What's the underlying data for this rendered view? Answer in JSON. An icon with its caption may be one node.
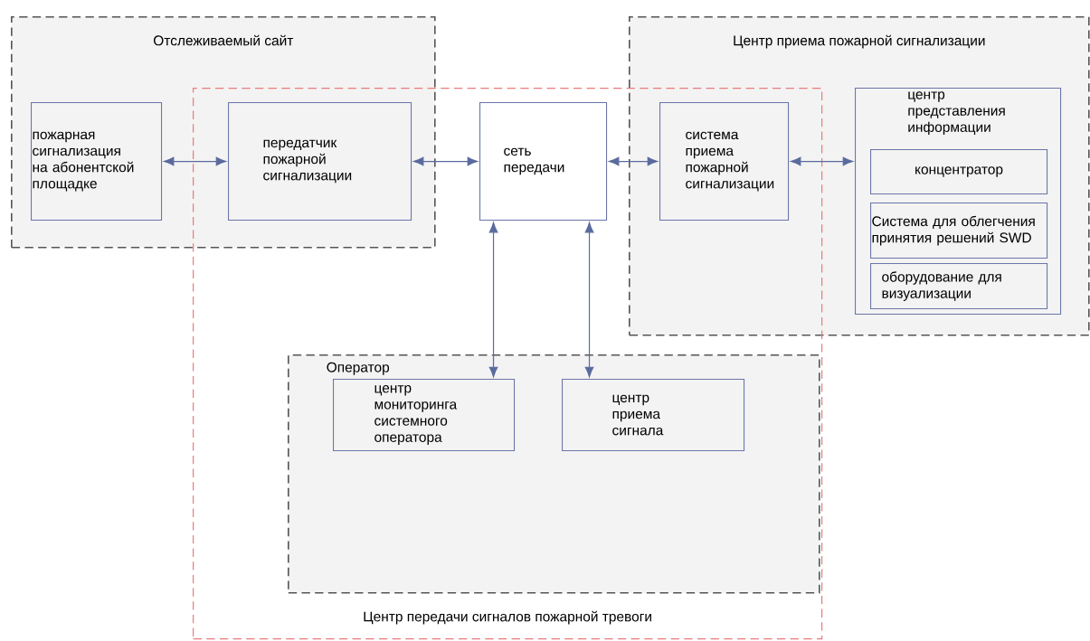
{
  "diagram": {
    "nodes": [
      {
        "text": [
          "Отслеживаемый  сайт"
        ]
      },
      {
        "text": [
          "Центр приема пожарной сигнализации"
        ]
      },
      {
        "text": [
          "Центр передачи сигналов пожарной тревоги"
        ]
      },
      {
        "text": [
          "Оператор"
        ],
        "in": 2
      },
      {
        "text": [
          "пожарная сигнализация на абонентской площадке"
        ],
        "in": 0
      },
      {
        "text": [
          "передатчик пожарной сигнализации"
        ]
      },
      {
        "text": [
          "сеть передачи"
        ],
        "in": 2
      },
      {
        "text": [
          "система приема пожарной сигнализации"
        ]
      },
      {
        "text": [
          "центр представления информации"
        ],
        "in": 1
      },
      {
        "text": [
          "концентратор"
        ],
        "in": 8
      },
      {
        "text": [
          "Система для облегчения принятия решений SWD"
        ],
        "in": 8
      },
      {
        "text": [
          "оборудование для визуализации"
        ],
        "in": 8
      },
      {
        "text": [
          "центр мониторинга системного оператора"
        ],
        "in": 3
      },
      {
        "text": [
          "центр приема сигнала"
        ],
        "in": 3
      }
    ],
    "edges": [
      {
        "from": 4,
        "to": 5,
        "arrow": "both"
      },
      {
        "from": 5,
        "to": 6,
        "arrow": "both"
      },
      {
        "from": 6,
        "to": 7,
        "arrow": "both"
      },
      {
        "from": 7,
        "to": 8,
        "arrow": "both"
      },
      {
        "from": 6,
        "to": 12,
        "arrow": "both"
      },
      {
        "from": 6,
        "to": 13,
        "arrow": "both"
      }
    ]
  }
}
